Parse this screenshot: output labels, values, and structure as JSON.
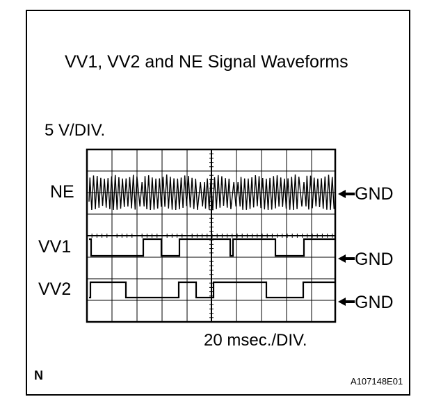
{
  "title": "VV1, VV2 and NE Signal Waveforms",
  "scale": {
    "volts_per_div": "5 V/DIV.",
    "time_per_div": "20 msec./DIV."
  },
  "channels": [
    {
      "label": "NE",
      "ground_label": "GND"
    },
    {
      "label": "VV1",
      "ground_label": "GND"
    },
    {
      "label": "VV2",
      "ground_label": "GND"
    }
  ],
  "corner_mark": "N",
  "figure_id": "A107148E01",
  "colors": {
    "ink": "#000000",
    "background": "#ffffff"
  },
  "icons": [
    "left-arrow-icon"
  ]
}
